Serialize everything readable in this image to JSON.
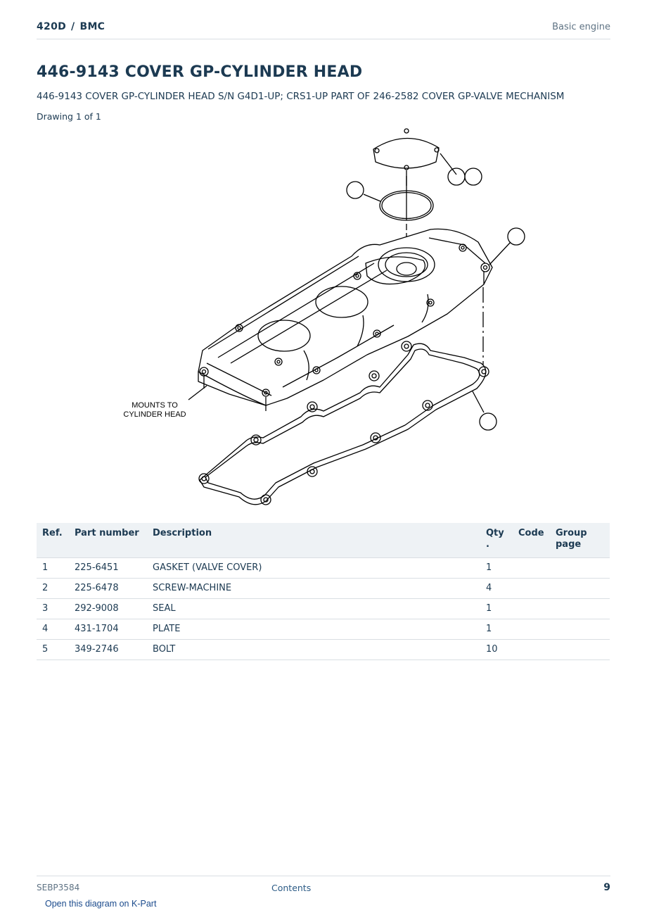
{
  "header": {
    "model": "420D",
    "separator": "/",
    "system": "BMC",
    "section": "Basic engine"
  },
  "page": {
    "title": "446-9143 COVER GP-CYLINDER HEAD",
    "subtitle": "446-9143 COVER GP-CYLINDER HEAD S/N G4D1-UP; CRS1-UP PART OF 246-2582 COVER GP-VALVE MECHANISM",
    "drawing_count": "Drawing 1 of 1"
  },
  "diagram": {
    "note_line1": "MOUNTS TO",
    "note_line2": "CYLINDER HEAD"
  },
  "parts_table": {
    "columns": {
      "ref": "Ref.",
      "part_number": "Part number",
      "description": "Description",
      "qty": "Qty .",
      "code": "Code",
      "group_page": "Group page"
    },
    "rows": [
      {
        "ref": "1",
        "part_number": "225-6451",
        "description": "GASKET (VALVE COVER)",
        "qty": "1",
        "code": "",
        "group_page": ""
      },
      {
        "ref": "2",
        "part_number": "225-6478",
        "description": "SCREW-MACHINE",
        "qty": "4",
        "code": "",
        "group_page": ""
      },
      {
        "ref": "3",
        "part_number": "292-9008",
        "description": "SEAL",
        "qty": "1",
        "code": "",
        "group_page": ""
      },
      {
        "ref": "4",
        "part_number": "431-1704",
        "description": "PLATE",
        "qty": "1",
        "code": "",
        "group_page": ""
      },
      {
        "ref": "5",
        "part_number": "349-2746",
        "description": "BOLT",
        "qty": "10",
        "code": "",
        "group_page": ""
      }
    ]
  },
  "footer": {
    "doc_id": "SEBP3584",
    "contents_link": "Contents",
    "page_number": "9",
    "kpart_link": "Open this diagram on K-Part"
  }
}
